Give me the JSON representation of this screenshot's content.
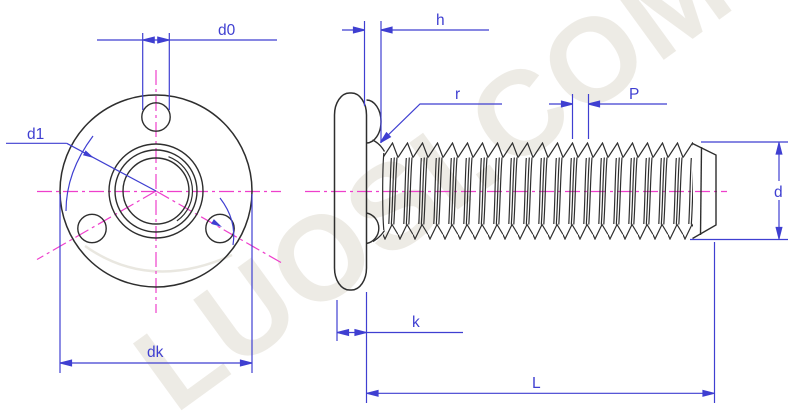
{
  "watermark": {
    "text": "LUOSI.COM"
  },
  "colors": {
    "outline": "#2e2e2e",
    "dimension_blue": "#3f3fd1",
    "centerline_magenta": "#ee3fcc",
    "watermark_gray": "#ddd8cd"
  },
  "views": {
    "front": {
      "description": "flange front view with three weld projections"
    },
    "side": {
      "description": "side view of threaded weld screw"
    }
  },
  "dims": {
    "d0": "d0",
    "d1": "d1",
    "dk": "dk",
    "h": "h",
    "r": "r",
    "p": "P",
    "d": "d",
    "k": "k",
    "l": "L"
  }
}
